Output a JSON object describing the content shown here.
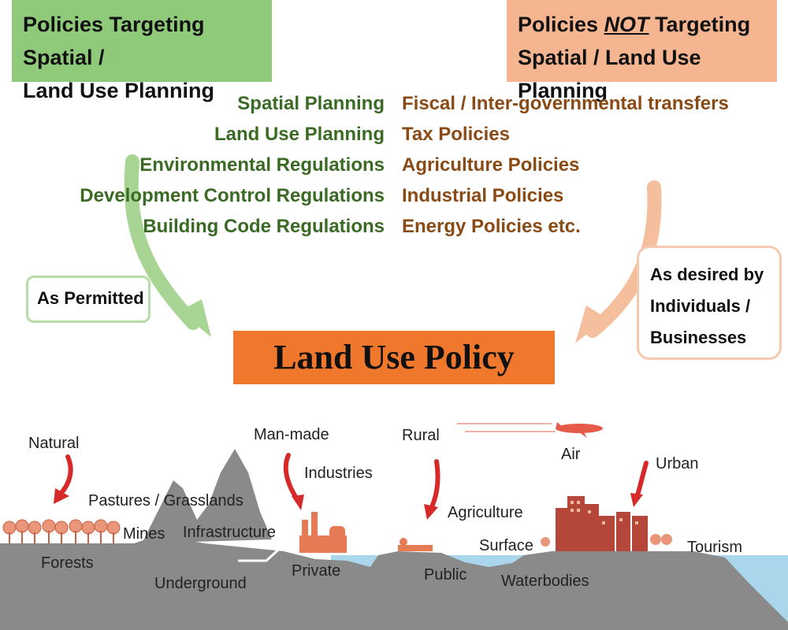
{
  "header_left": {
    "line1": "Policies Targeting Spatial /",
    "line2": "Land Use Planning"
  },
  "header_right": {
    "prefix": "Policies ",
    "emph": "NOT",
    "suffix": " Targeting",
    "line2": "Spatial / Land Use Planning"
  },
  "left_policies": [
    "Spatial Planning",
    "Land Use Planning",
    "Environmental Regulations",
    "Development Control Regulations",
    "Building Code Regulations"
  ],
  "right_policies": [
    "Fiscal / Inter-governmental transfers",
    "Tax Policies",
    "Agriculture Policies",
    "Industrial Policies",
    "Energy Policies etc."
  ],
  "as_permitted": "As Permitted",
  "as_desired": {
    "line1": "As desired by",
    "line2": "Individuals /",
    "line3": "Businesses"
  },
  "center_title": "Land Use Policy",
  "landscape_labels": {
    "natural": "Natural",
    "forests": "Forests",
    "pastures": "Pastures / Grasslands",
    "mines": "Mines",
    "infrastructure": "Infrastructure",
    "underground": "Underground",
    "manmade": "Man-made",
    "industries": "Industries",
    "private": "Private",
    "rural": "Rural",
    "agriculture": "Agriculture",
    "public": "Public",
    "surface": "Surface",
    "waterbodies": "Waterbodies",
    "air": "Air",
    "urban": "Urban",
    "tourism": "Tourism"
  },
  "colors": {
    "green": "#8fca7a",
    "orange": "#f4b590",
    "policy": "#f0782d",
    "ground": "#8a8a8a",
    "water": "#a9d6ea",
    "red_arrow": "#d62a2a",
    "building": "#b4473a"
  }
}
